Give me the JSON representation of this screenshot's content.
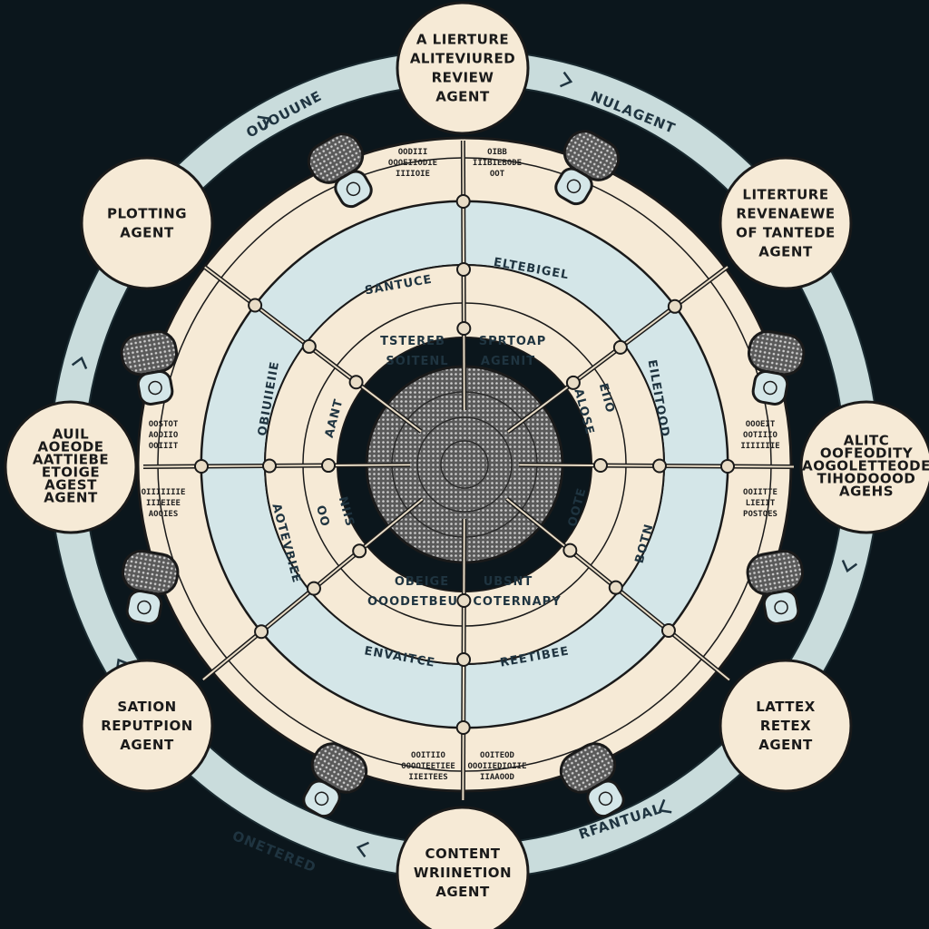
{
  "colors": {
    "background": "#0b161c",
    "outer_ring": "#c9dcdc",
    "cream": "#f6ead6",
    "light_blue": "#d4e6e8",
    "ink": "#1a1a1a",
    "hub": "#4a4a4a"
  },
  "outer_ring_labels": {
    "top_left": "OUOUUNE",
    "top_right": "NULAGENT",
    "bottom_left": "ONETERED",
    "bottom_right": "RFANTUAL"
  },
  "agents": [
    {
      "id": "top",
      "lines": [
        "A LIERTURE",
        "ALITEVIURED",
        "REVIEW",
        "AGENT"
      ]
    },
    {
      "id": "top-right",
      "lines": [
        "LITERTURE",
        "REVENAEWE",
        "OF TANTEDE",
        "AGENT"
      ]
    },
    {
      "id": "right",
      "lines": [
        "ALITC",
        "OOFEODITY",
        "AOGOLETTEODE",
        "TIHODOOOD",
        "AGEHS"
      ]
    },
    {
      "id": "bottom-right",
      "lines": [
        "LATTEX",
        "RETEX",
        "AGENT"
      ]
    },
    {
      "id": "bottom",
      "lines": [
        "CONTENT",
        "WRIINETION",
        "AGENT"
      ]
    },
    {
      "id": "bottom-left",
      "lines": [
        "SATION",
        "REPUTPION",
        "AGENT"
      ]
    },
    {
      "id": "left",
      "lines": [
        "AUIL",
        "AOEODE",
        "AATTIEBE",
        "ETOIGE",
        "AGEST",
        "AGENT"
      ]
    },
    {
      "id": "top-left",
      "lines": [
        "PLOTTING",
        "AGENT"
      ]
    }
  ],
  "middle_ring_labels": {
    "top_left": "SANTUCE",
    "top_right": "ELTEBIGEL",
    "bottom_left": "ENVAITCE",
    "bottom_right": "REETIBEE",
    "left_upper": "OBIUIIEIIE",
    "left_lower": "AOTEVBIEE",
    "right_upper": "EILEITOOD",
    "right_lower": "BOTN"
  },
  "inner_ring_labels": {
    "tl": "TSTEREB",
    "tr": "SPRTOAP",
    "tl2": "SOITENL",
    "tr2": "AGENIT",
    "bl": "OBEIGE",
    "br": "UBSNT",
    "bl2": "OOODETBEU",
    "br2": "COTERNAPY",
    "l1": "AANT",
    "l2": "NIIS",
    "l3": "OO",
    "r1": "ALOSE",
    "r2": "OOTE",
    "r3": "EIIO"
  },
  "small_labels": {
    "top_a": [
      "OODIII",
      "OOOEIIODIE",
      "IIIIOIE"
    ],
    "top_b": [
      "OIBB",
      "IIIBIEBODE",
      "OOT"
    ],
    "left_a": [
      "OOSTOT",
      "AOOIIO",
      "OOIIIT"
    ],
    "left_b": [
      "OIIIIIIIE",
      "IIIEIEE",
      "AOOIES"
    ],
    "right_a": [
      "OOOEIT",
      "OOTIIIO",
      "IIIIIIIE"
    ],
    "right_b": [
      "OOIITTE",
      "LIEIIT",
      "POSTOES"
    ],
    "bottom_a": [
      "OOITIIO",
      "OOOOTEETIEE",
      "IIEITEES"
    ],
    "bottom_b": [
      "OOITEOD",
      "OOOIIEDIOIIE",
      "IIAAOOD"
    ]
  }
}
